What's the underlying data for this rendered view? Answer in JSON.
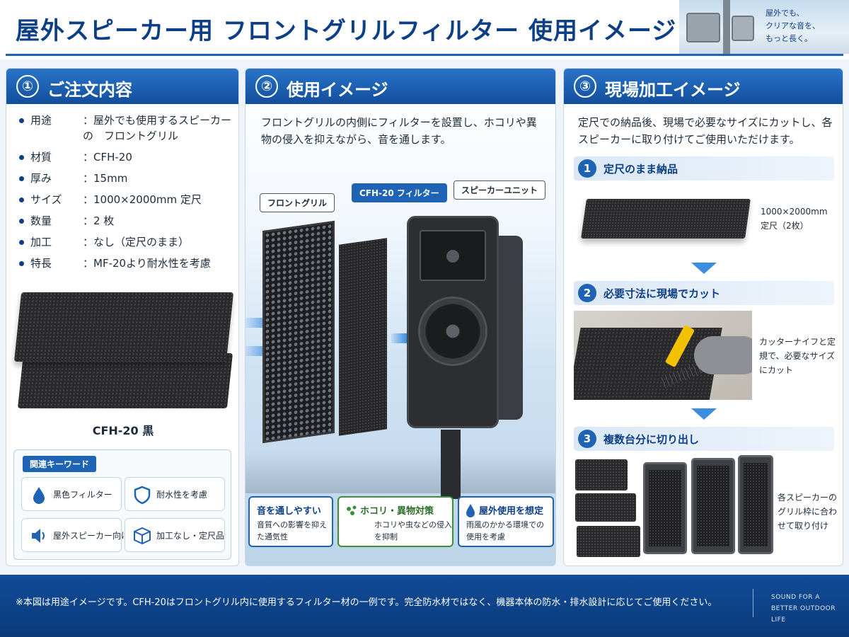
{
  "header": {
    "title": "屋外スピーカー用 フロントグリルフィルター 使用イメージ",
    "tagline": [
      "屋外でも、",
      "クリアな音を、",
      "もっと長く。"
    ]
  },
  "panel1": {
    "num": "①",
    "title": "ご注文内容",
    "spec": [
      {
        "key": "用途",
        "value": "：屋外でも使用するスピーカーの　フロントグリル"
      },
      {
        "key": "材質",
        "value": "：CFH-20"
      },
      {
        "key": "厚み",
        "value": "：15mm"
      },
      {
        "key": "サイズ",
        "value": "：1000×2000mm 定尺"
      },
      {
        "key": "数量",
        "value": "：2 枚"
      },
      {
        "key": "加工",
        "value": "：なし（定尺のまま）"
      },
      {
        "key": "特長",
        "value": "：MF-20より耐水性を考慮"
      }
    ],
    "product_label": "CFH-20 黒",
    "keywords_tag": "関連キーワード",
    "keywords": [
      {
        "icon": "water-drop-icon",
        "label": "黒色フィルター"
      },
      {
        "icon": "shield-icon",
        "label": "耐水性を考慮"
      },
      {
        "icon": "speaker-icon",
        "label": "屋外スピーカー向け"
      },
      {
        "icon": "box-icon",
        "label": "加工なし・定尺品"
      }
    ]
  },
  "panel2": {
    "num": "②",
    "title": "使用イメージ",
    "description": "フロントグリルの内側にフィルターを設置し、ホコリや異物の侵入を抑えながら、音を通します。",
    "callouts": {
      "grill": "フロントグリル",
      "filter": "CFH-20 フィルター",
      "unit": "スピーカーユニット"
    },
    "features": [
      {
        "title": "音を通しやすい",
        "desc": "音質への影響を抑えた通気性"
      },
      {
        "title": "ホコリ・異物対策",
        "desc": "ホコリや虫などの侵入を抑制"
      },
      {
        "title": "屋外使用を想定",
        "desc": "雨風のかかる環境での使用を考慮"
      }
    ]
  },
  "panel3": {
    "num": "③",
    "title": "現場加工イメージ",
    "description": "定尺での納品後、現場で必要なサイズにカットし、各スピーカーに取り付けてご使用いただけます。",
    "steps": [
      {
        "n": "1",
        "title": "定尺のまま納品",
        "note": "1000×2000mm 定尺（2枚）"
      },
      {
        "n": "2",
        "title": "必要寸法に現場でカット",
        "note": "カッターナイフと定規で、必要なサイズにカット"
      },
      {
        "n": "3",
        "title": "複数台分に切り出し",
        "note": "各スピーカーのグリル枠に合わせて取り付け"
      }
    ]
  },
  "footer": {
    "disclaimer": "※本図は用途イメージです。CFH-20はフロントグリル内に使用するフィルター材の一例です。完全防水材ではなく、機器本体の防水・排水設計に応じてご使用ください。",
    "brand": "SOUND FOR A BETTER OUTDOOR LIFE"
  },
  "colors": {
    "brand": "#0d3f86",
    "accent": "#1f64b4",
    "arrow": "#3a8de0",
    "green": "#3f8f3a"
  }
}
